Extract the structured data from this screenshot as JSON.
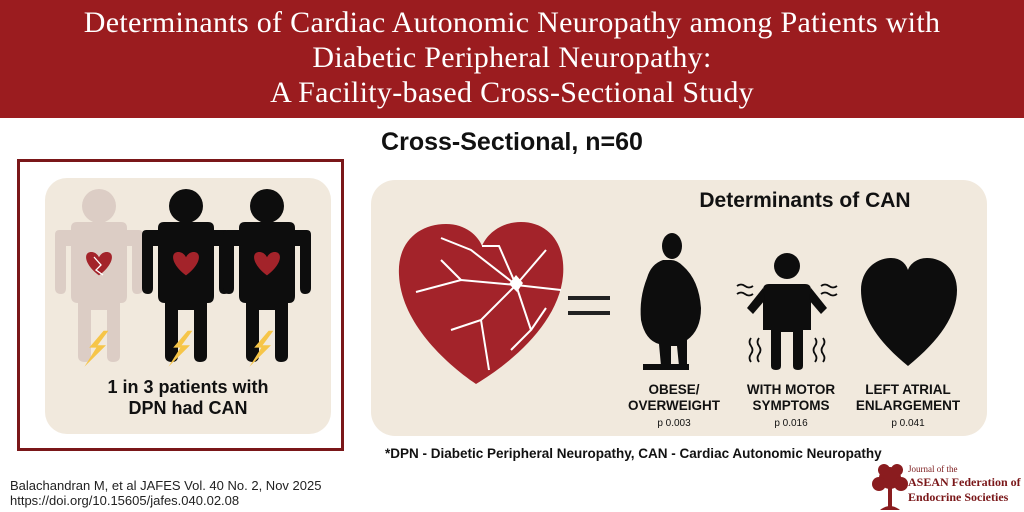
{
  "header": {
    "title_line1": "Determinants of Cardiac Autonomic Neuropathy among Patients with",
    "title_line2": "Diabetic Peripheral Neuropathy:",
    "title_line3": "A Facility-based Cross-Sectional Study"
  },
  "design": "Cross-Sectional, n=60",
  "left_panel": {
    "line1": "1 in 3 patients with",
    "line2": "DPN had CAN"
  },
  "determinants": {
    "title": "Determinants of CAN",
    "items": [
      {
        "label_line1": "OBESE/",
        "label_line2": "OVERWEIGHT",
        "p": "p 0.003",
        "icon": "obese-person-icon"
      },
      {
        "label_line1": "WITH MOTOR",
        "label_line2": "SYMPTOMS",
        "p": "p 0.016",
        "icon": "trembling-person-icon"
      },
      {
        "label_line1": "LEFT ATRIAL",
        "label_line2": "ENLARGEMENT",
        "p": "p 0.041",
        "icon": "heart-icon"
      }
    ]
  },
  "footnote": "*DPN - Diabetic Peripheral Neuropathy, CAN - Cardiac Autonomic Neuropathy",
  "citation": {
    "line1": "Balachandran M, et al JAFES Vol. 40 No. 2, Nov 2025",
    "line2": "https://doi.org/10.15605/jafes.040.02.08"
  },
  "journal": {
    "line1": "Journal of the",
    "line2": "ASEAN Federation of",
    "line3": "Endocrine Societies"
  },
  "colors": {
    "banner": "#9b1c1f",
    "card": "#f1e9dd",
    "heart": "#a3232a",
    "pale_person": "#dccdc5",
    "bolt": "#f6c548"
  }
}
